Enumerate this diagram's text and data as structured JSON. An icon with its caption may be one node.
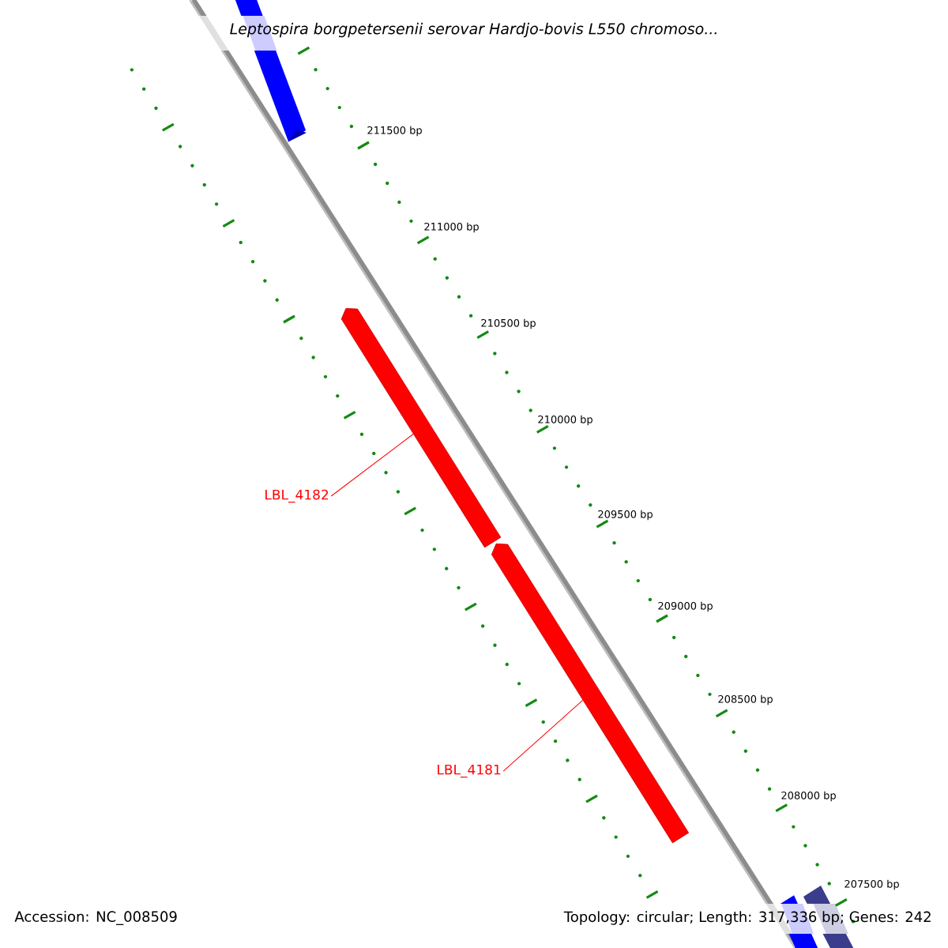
{
  "diagram": {
    "title": "Leptospira borgpetersenii serovar Hardjo-bovis L550 chromoso...",
    "nodes": [
      {
        "text": [
          "LBL_4182"
        ]
      },
      {
        "text": [],
        "shape": "arrow"
      },
      {
        "text": [
          "LBL_4181"
        ]
      },
      {
        "text": [],
        "shape": "arrow"
      }
    ],
    "edges": [
      {
        "from": 0,
        "to": 1,
        "arrow": "none"
      },
      {
        "from": 2,
        "to": 3,
        "arrow": "none"
      }
    ],
    "labels": [
      "211500 bp",
      "211000 bp",
      "210500 bp",
      "210000 bp",
      "209500 bp",
      "209000 bp",
      "208500 bp",
      "208000 bp",
      "207500 bp",
      "Accession: NC_008509",
      "Topology: circular; Length: 317,336 bp; Genes: 242"
    ]
  }
}
